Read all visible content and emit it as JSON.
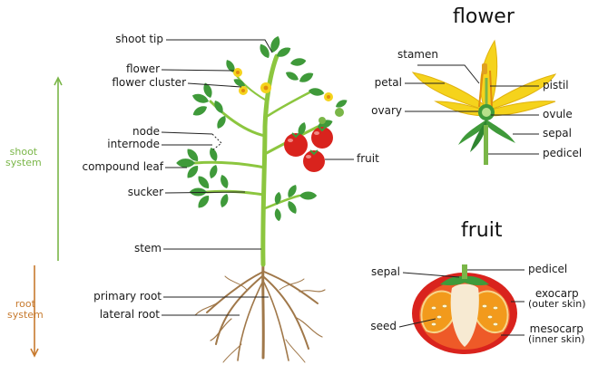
{
  "headings": {
    "flower": "flower",
    "fruit": "fruit"
  },
  "sections": {
    "shoot": [
      "shoot",
      "system"
    ],
    "root": [
      "root",
      "system"
    ]
  },
  "plant_labels": {
    "shoot_tip": "shoot tip",
    "flower": "flower",
    "flower_cluster": "flower cluster",
    "node": "node",
    "internode": "internode",
    "compound_leaf": "compound leaf",
    "sucker": "sucker",
    "stem": "stem",
    "primary_root": "primary root",
    "lateral_root": "lateral root",
    "fruit": "fruit"
  },
  "flower_labels": {
    "stamen": "stamen",
    "petal": "petal",
    "pistil": "pistil",
    "ovary": "ovary",
    "ovule": "ovule",
    "sepal": "sepal",
    "pedicel": "pedicel"
  },
  "fruit_labels": {
    "sepal": "sepal",
    "pedicel": "pedicel",
    "exocarp": "exocarp",
    "exocarp_note": "(outer skin)",
    "seed": "seed",
    "mesocarp": "mesocarp",
    "mesocarp_note": "(inner skin)"
  },
  "colors": {
    "shoot_system": "#7ab648",
    "root_system": "#c77a2e",
    "leaf": "#3f9a3a",
    "stem": "#8cc63f",
    "tomato": "#d9231d",
    "petal": "#f5d31c",
    "root": "#a0784a"
  }
}
